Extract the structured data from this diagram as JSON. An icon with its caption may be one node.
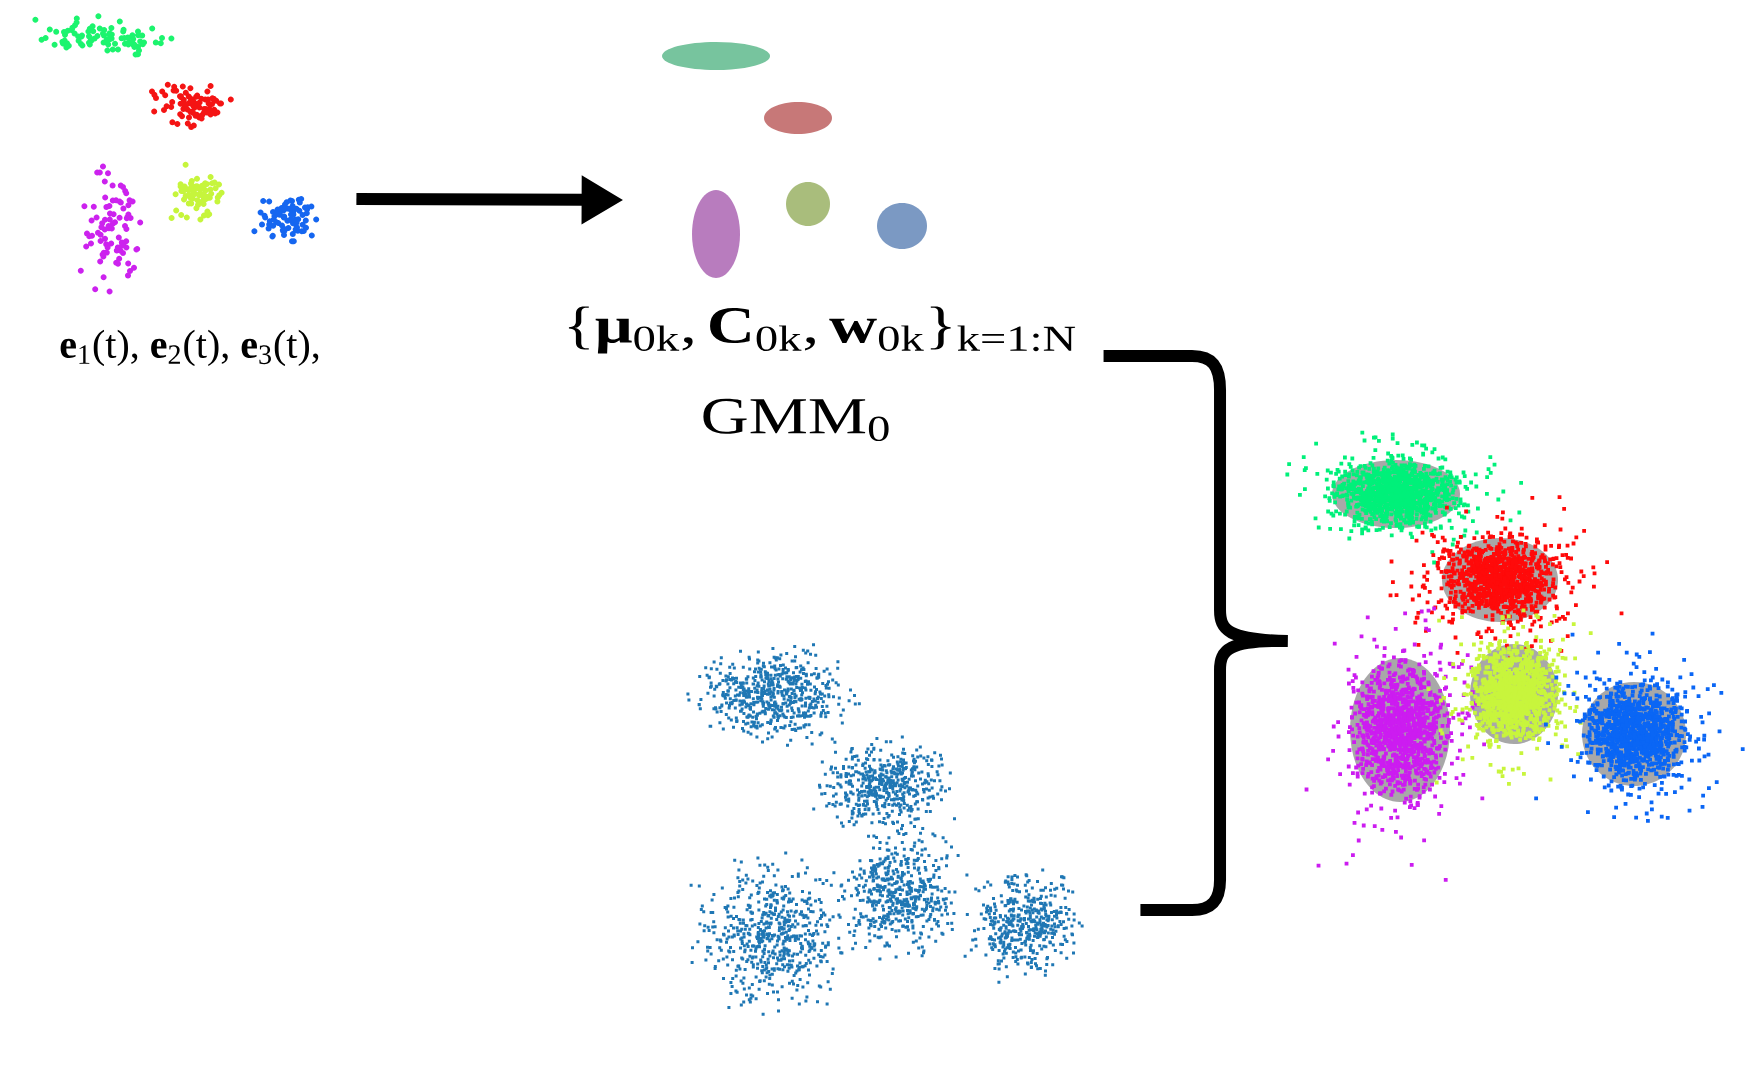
{
  "diagram": {
    "nodes": [
      {
        "text": [],
        "shape": "picture",
        "beside": [
          "**e**$_{1}$(t), **e**$_{2}$(t), **e**$_{3}$(t),"
        ]
      },
      {
        "text": [],
        "shape": "picture"
      },
      {
        "text": [
          "{**μ**$_{0k}$, **C**$_{0k}$, **w**$_{0k}$}$_{k=1:N}$",
          "GMM$_{0}$"
        ]
      },
      {
        "text": [],
        "shape": "picture"
      },
      {
        "text": [],
        "shape": "picture"
      }
    ],
    "edges": [
      {
        "from": 0,
        "to": 1,
        "arrow": "to"
      },
      {
        "from": 2,
        "to": 4,
        "arrow": "none"
      },
      {
        "from": 3,
        "to": 4,
        "arrow": "none"
      }
    ]
  }
}
